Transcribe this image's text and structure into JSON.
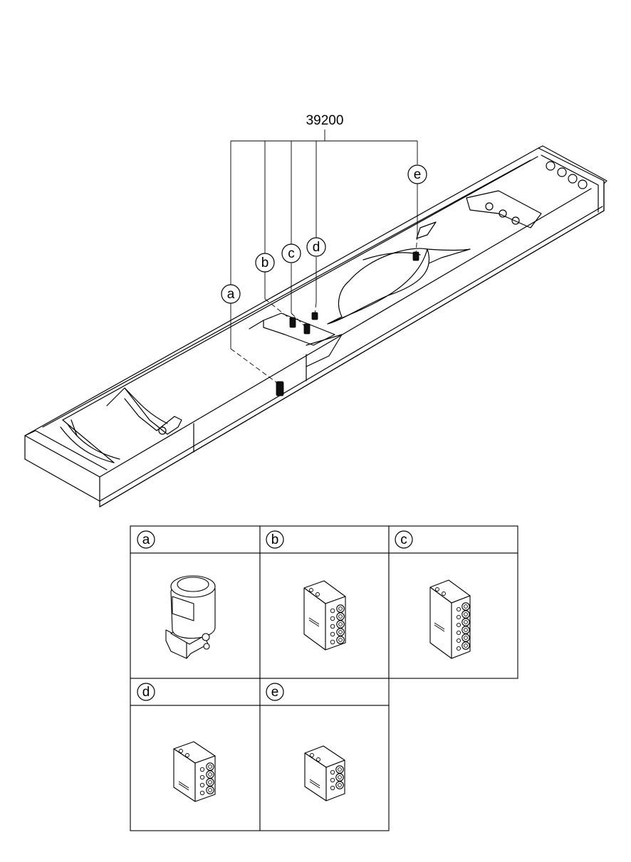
{
  "part_number": "39200",
  "callouts": [
    {
      "id": "a",
      "label": "a"
    },
    {
      "id": "b",
      "label": "b"
    },
    {
      "id": "c",
      "label": "c"
    },
    {
      "id": "d",
      "label": "d"
    },
    {
      "id": "e",
      "label": "e"
    }
  ],
  "detail_cells": [
    {
      "id": "a",
      "label": "a",
      "component": "pump-motor-unit"
    },
    {
      "id": "b",
      "label": "b",
      "component": "distributor-block-5-port"
    },
    {
      "id": "c",
      "label": "c",
      "component": "distributor-block-6-port"
    },
    {
      "id": "d",
      "label": "d",
      "component": "distributor-block-4-port"
    },
    {
      "id": "e",
      "label": "e",
      "component": "distributor-block-3-port"
    }
  ]
}
